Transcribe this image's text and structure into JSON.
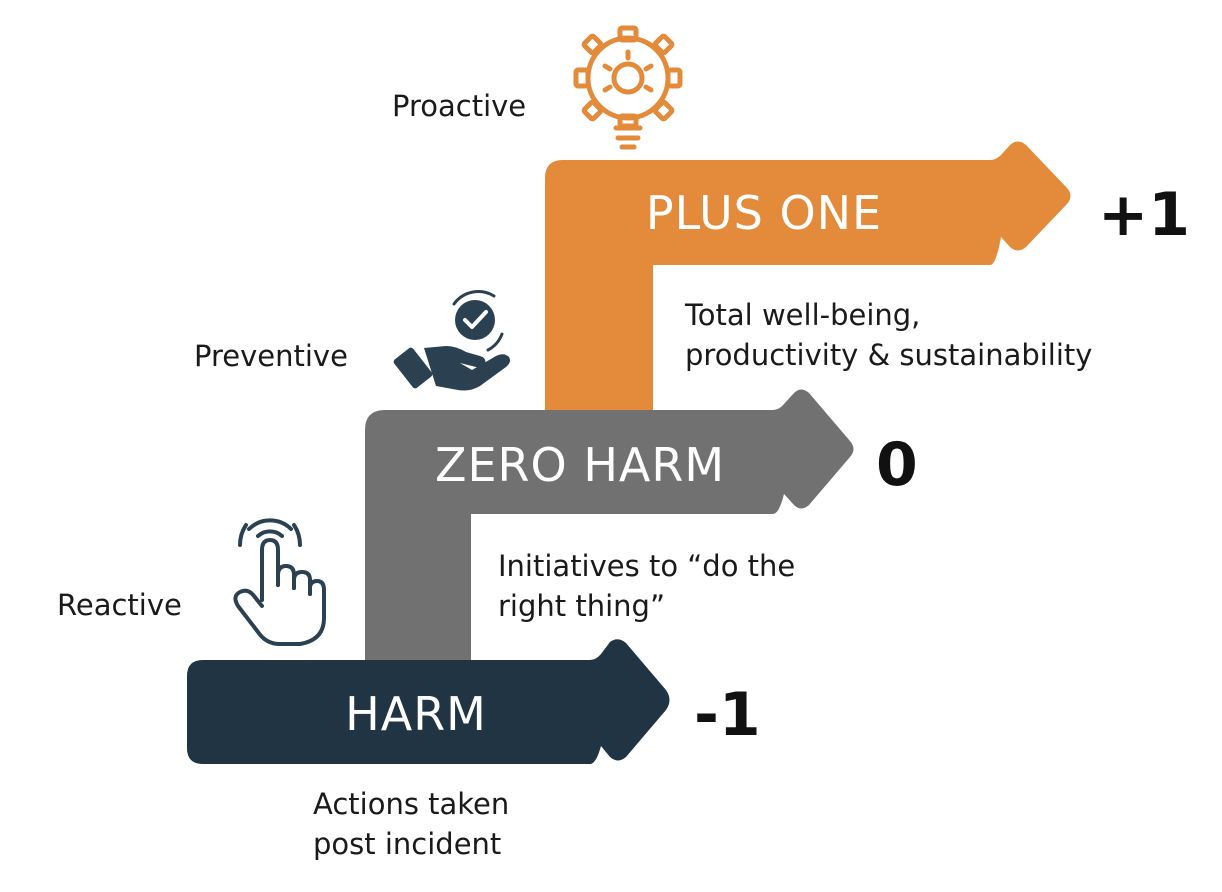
{
  "colors": {
    "plus_one": "#E38B3A",
    "zero_harm": "#717171",
    "harm": "#203444",
    "icon_orange": "#E38B3A",
    "icon_navy": "#2B4152",
    "text": "#1a1a1a"
  },
  "levels": {
    "plus_one": {
      "label": "PLUS ONE",
      "value": "+1",
      "category": "Proactive",
      "icon": "gear-lightbulb-icon",
      "description_line1": "Total well-being,",
      "description_line2": "productivity & sustainability"
    },
    "zero_harm": {
      "label": "ZERO HARM",
      "value": "0",
      "category": "Preventive",
      "icon": "hand-check-icon",
      "description_line1": "Initiatives to “do the",
      "description_line2": "right thing”"
    },
    "harm": {
      "label": "HARM",
      "value": "-1",
      "category": "Reactive",
      "icon": "tap-hand-icon",
      "description_line1": "Actions taken",
      "description_line2": "post incident"
    }
  }
}
